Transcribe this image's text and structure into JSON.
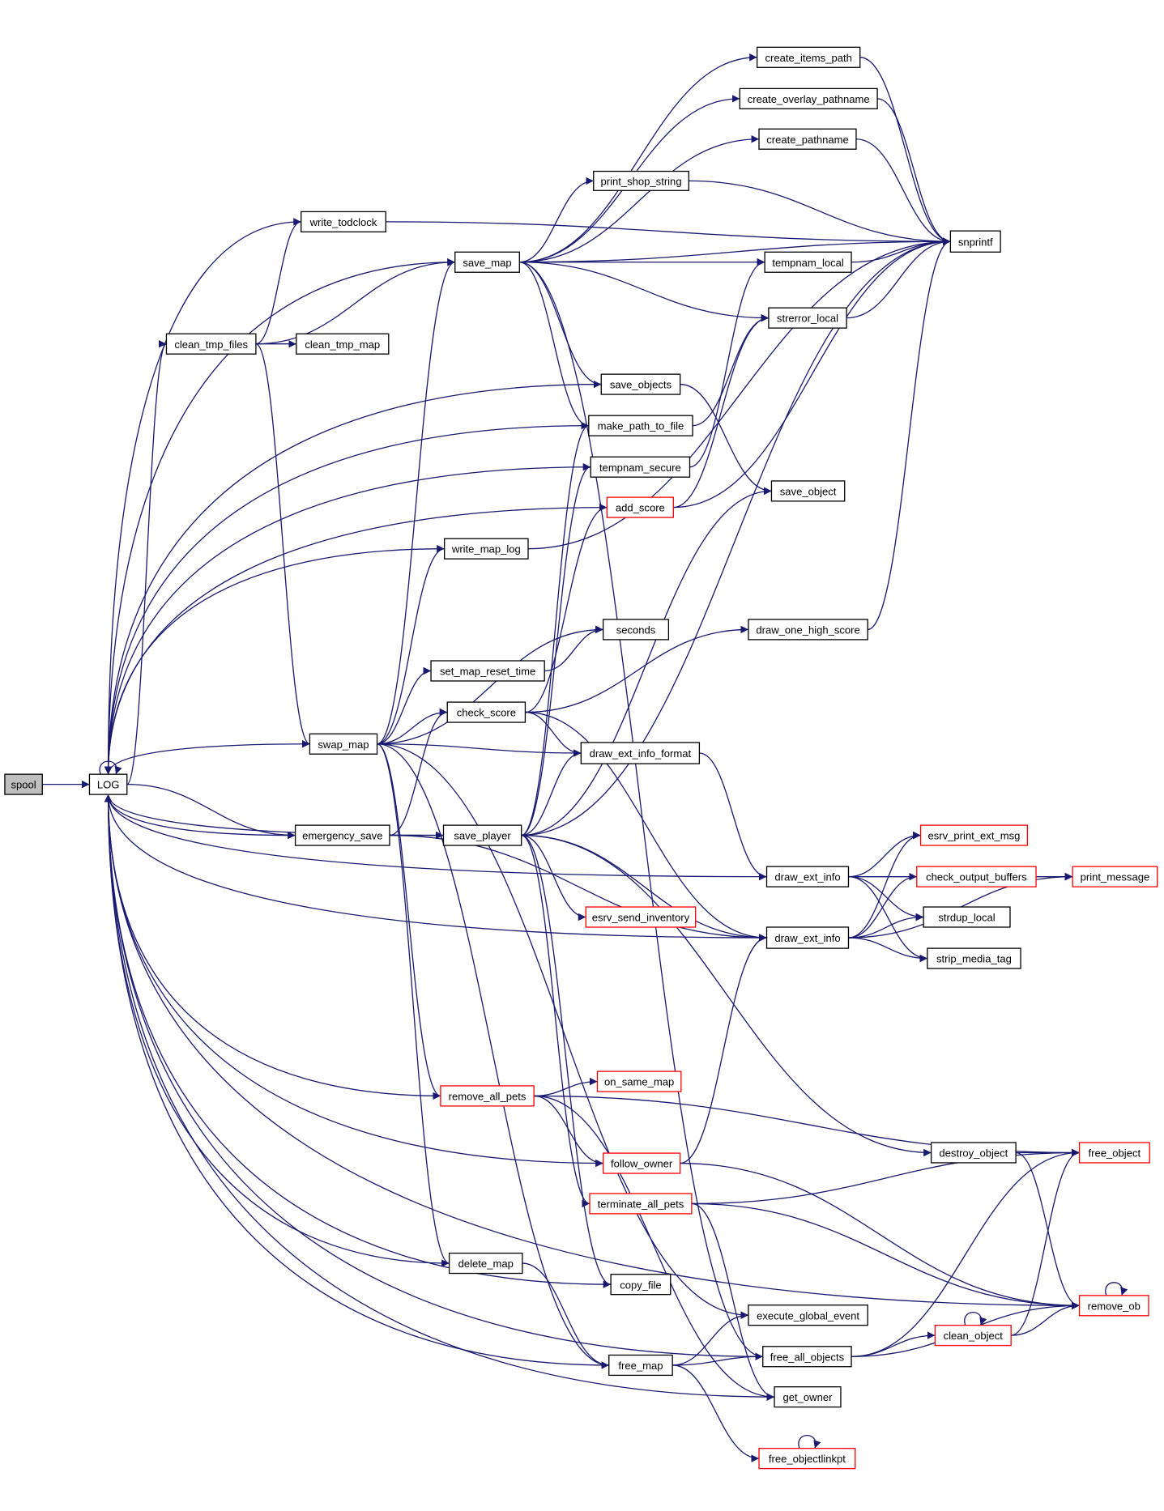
{
  "title": "spool call graph",
  "colors": {
    "edge": "#191970",
    "highlight_border": "#ff0000",
    "root_fill": "#bfbfbf"
  },
  "nodes": [
    {
      "id": "spool",
      "label": "spool",
      "style": "root"
    },
    {
      "id": "LOG",
      "label": "LOG",
      "style": "normal"
    },
    {
      "id": "create_items_path",
      "label": "create_items_path",
      "style": "normal"
    },
    {
      "id": "create_overlay_pathname",
      "label": "create_overlay_pathname",
      "style": "normal"
    },
    {
      "id": "create_pathname",
      "label": "create_pathname",
      "style": "normal"
    },
    {
      "id": "print_shop_string",
      "label": "print_shop_string",
      "style": "normal"
    },
    {
      "id": "write_todclock",
      "label": "write_todclock",
      "style": "normal"
    },
    {
      "id": "snprintf",
      "label": "snprintf",
      "style": "normal"
    },
    {
      "id": "save_map",
      "label": "save_map",
      "style": "normal"
    },
    {
      "id": "tempnam_local",
      "label": "tempnam_local",
      "style": "normal"
    },
    {
      "id": "strerror_local",
      "label": "strerror_local",
      "style": "normal"
    },
    {
      "id": "clean_tmp_files",
      "label": "clean_tmp_files",
      "style": "normal"
    },
    {
      "id": "clean_tmp_map",
      "label": "clean_tmp_map",
      "style": "normal"
    },
    {
      "id": "save_objects",
      "label": "save_objects",
      "style": "normal"
    },
    {
      "id": "make_path_to_file",
      "label": "make_path_to_file",
      "style": "normal"
    },
    {
      "id": "tempnam_secure",
      "label": "tempnam_secure",
      "style": "normal"
    },
    {
      "id": "add_score",
      "label": "add_score",
      "style": "red"
    },
    {
      "id": "save_object",
      "label": "save_object",
      "style": "normal"
    },
    {
      "id": "write_map_log",
      "label": "write_map_log",
      "style": "normal"
    },
    {
      "id": "seconds",
      "label": "seconds",
      "style": "normal"
    },
    {
      "id": "draw_one_high_score",
      "label": "draw_one_high_score",
      "style": "normal"
    },
    {
      "id": "set_map_reset_time",
      "label": "set_map_reset_time",
      "style": "normal"
    },
    {
      "id": "check_score",
      "label": "check_score",
      "style": "normal"
    },
    {
      "id": "swap_map",
      "label": "swap_map",
      "style": "normal"
    },
    {
      "id": "draw_ext_info_format",
      "label": "draw_ext_info_format",
      "style": "normal"
    },
    {
      "id": "emergency_save",
      "label": "emergency_save",
      "style": "normal"
    },
    {
      "id": "save_player",
      "label": "save_player",
      "style": "normal"
    },
    {
      "id": "esrv_print_ext_msg",
      "label": "esrv_print_ext_msg",
      "style": "red"
    },
    {
      "id": "dei1",
      "label": "draw_ext_info",
      "style": "normal"
    },
    {
      "id": "check_output_buffers",
      "label": "check_output_buffers",
      "style": "red"
    },
    {
      "id": "print_message",
      "label": "print_message",
      "style": "red"
    },
    {
      "id": "esrv_send_inventory",
      "label": "esrv_send_inventory",
      "style": "red"
    },
    {
      "id": "strdup_local",
      "label": "strdup_local",
      "style": "normal"
    },
    {
      "id": "dei2",
      "label": "draw_ext_info",
      "style": "normal"
    },
    {
      "id": "strip_media_tag",
      "label": "strip_media_tag",
      "style": "normal"
    },
    {
      "id": "remove_all_pets",
      "label": "remove_all_pets",
      "style": "red"
    },
    {
      "id": "on_same_map",
      "label": "on_same_map",
      "style": "red"
    },
    {
      "id": "destroy_object",
      "label": "destroy_object",
      "style": "normal"
    },
    {
      "id": "free_object",
      "label": "free_object",
      "style": "red"
    },
    {
      "id": "follow_owner",
      "label": "follow_owner",
      "style": "red"
    },
    {
      "id": "terminate_all_pets",
      "label": "terminate_all_pets",
      "style": "red"
    },
    {
      "id": "delete_map",
      "label": "delete_map",
      "style": "normal"
    },
    {
      "id": "copy_file",
      "label": "copy_file",
      "style": "normal"
    },
    {
      "id": "remove_ob",
      "label": "remove_ob",
      "style": "red"
    },
    {
      "id": "execute_global_event",
      "label": "execute_global_event",
      "style": "normal"
    },
    {
      "id": "clean_object",
      "label": "clean_object",
      "style": "red"
    },
    {
      "id": "free_map",
      "label": "free_map",
      "style": "normal"
    },
    {
      "id": "free_all_objects",
      "label": "free_all_objects",
      "style": "normal"
    },
    {
      "id": "get_owner",
      "label": "get_owner",
      "style": "normal"
    },
    {
      "id": "free_objectlinkpt",
      "label": "free_objectlinkpt",
      "style": "red"
    }
  ],
  "edges": [
    [
      "spool",
      "LOG"
    ],
    [
      "LOG",
      "LOG"
    ],
    [
      "LOG",
      "clean_tmp_files"
    ],
    [
      "LOG",
      "emergency_save"
    ],
    [
      "clean_tmp_files",
      "write_todclock"
    ],
    [
      "clean_tmp_files",
      "save_map"
    ],
    [
      "clean_tmp_files",
      "clean_tmp_map"
    ],
    [
      "clean_tmp_files",
      "swap_map"
    ],
    [
      "write_todclock",
      "LOG"
    ],
    [
      "write_todclock",
      "snprintf"
    ],
    [
      "save_map",
      "create_items_path"
    ],
    [
      "save_map",
      "create_overlay_pathname"
    ],
    [
      "save_map",
      "create_pathname"
    ],
    [
      "save_map",
      "print_shop_string"
    ],
    [
      "save_map",
      "snprintf"
    ],
    [
      "save_map",
      "tempnam_local"
    ],
    [
      "save_map",
      "strerror_local"
    ],
    [
      "save_map",
      "save_objects"
    ],
    [
      "save_map",
      "make_path_to_file"
    ],
    [
      "save_map",
      "LOG"
    ],
    [
      "save_map",
      "free_all_objects"
    ],
    [
      "create_items_path",
      "snprintf"
    ],
    [
      "create_overlay_pathname",
      "snprintf"
    ],
    [
      "create_pathname",
      "snprintf"
    ],
    [
      "print_shop_string",
      "snprintf"
    ],
    [
      "tempnam_local",
      "snprintf"
    ],
    [
      "strerror_local",
      "snprintf"
    ],
    [
      "save_objects",
      "LOG"
    ],
    [
      "save_objects",
      "save_object"
    ],
    [
      "make_path_to_file",
      "LOG"
    ],
    [
      "make_path_to_file",
      "strerror_local"
    ],
    [
      "tempnam_secure",
      "LOG"
    ],
    [
      "tempnam_secure",
      "tempnam_local"
    ],
    [
      "add_score",
      "LOG"
    ],
    [
      "add_score",
      "snprintf"
    ],
    [
      "add_score",
      "strerror_local"
    ],
    [
      "write_map_log",
      "LOG"
    ],
    [
      "write_map_log",
      "snprintf"
    ],
    [
      "swap_map",
      "LOG"
    ],
    [
      "swap_map",
      "save_map"
    ],
    [
      "swap_map",
      "write_map_log"
    ],
    [
      "swap_map",
      "seconds"
    ],
    [
      "swap_map",
      "set_map_reset_time"
    ],
    [
      "swap_map",
      "check_score"
    ],
    [
      "swap_map",
      "draw_ext_info_format"
    ],
    [
      "swap_map",
      "remove_all_pets"
    ],
    [
      "swap_map",
      "delete_map"
    ],
    [
      "swap_map",
      "free_map"
    ],
    [
      "swap_map",
      "execute_global_event"
    ],
    [
      "set_map_reset_time",
      "seconds"
    ],
    [
      "check_score",
      "add_score"
    ],
    [
      "check_score",
      "draw_one_high_score"
    ],
    [
      "check_score",
      "draw_ext_info_format"
    ],
    [
      "check_score",
      "dei2"
    ],
    [
      "draw_one_high_score",
      "snprintf"
    ],
    [
      "emergency_save",
      "LOG"
    ],
    [
      "emergency_save",
      "check_score"
    ],
    [
      "emergency_save",
      "save_player"
    ],
    [
      "emergency_save",
      "dei2"
    ],
    [
      "save_player",
      "LOG"
    ],
    [
      "save_player",
      "make_path_to_file"
    ],
    [
      "save_player",
      "tempnam_secure"
    ],
    [
      "save_player",
      "draw_ext_info_format"
    ],
    [
      "save_player",
      "save_object"
    ],
    [
      "save_player",
      "snprintf"
    ],
    [
      "save_player",
      "esrv_send_inventory"
    ],
    [
      "save_player",
      "dei2"
    ],
    [
      "save_player",
      "destroy_object"
    ],
    [
      "save_player",
      "terminate_all_pets"
    ],
    [
      "save_player",
      "copy_file"
    ],
    [
      "draw_ext_info_format",
      "dei1"
    ],
    [
      "dei1",
      "LOG"
    ],
    [
      "dei1",
      "print_message"
    ],
    [
      "dei1",
      "esrv_print_ext_msg"
    ],
    [
      "dei1",
      "check_output_buffers"
    ],
    [
      "dei1",
      "strdup_local"
    ],
    [
      "dei1",
      "strip_media_tag"
    ],
    [
      "dei2",
      "LOG"
    ],
    [
      "dei2",
      "esrv_print_ext_msg"
    ],
    [
      "dei2",
      "check_output_buffers"
    ],
    [
      "dei2",
      "strdup_local"
    ],
    [
      "dei2",
      "strip_media_tag"
    ],
    [
      "dei2",
      "print_message"
    ],
    [
      "check_output_buffers",
      "print_message"
    ],
    [
      "remove_all_pets",
      "LOG"
    ],
    [
      "remove_all_pets",
      "on_same_map"
    ],
    [
      "remove_all_pets",
      "free_object"
    ],
    [
      "remove_all_pets",
      "follow_owner"
    ],
    [
      "remove_all_pets",
      "get_owner"
    ],
    [
      "follow_owner",
      "LOG"
    ],
    [
      "follow_owner",
      "dei2"
    ],
    [
      "follow_owner",
      "remove_ob"
    ],
    [
      "terminate_all_pets",
      "free_object"
    ],
    [
      "terminate_all_pets",
      "remove_ob"
    ],
    [
      "terminate_all_pets",
      "get_owner"
    ],
    [
      "destroy_object",
      "free_object"
    ],
    [
      "destroy_object",
      "remove_ob"
    ],
    [
      "delete_map",
      "LOG"
    ],
    [
      "delete_map",
      "free_map"
    ],
    [
      "copy_file",
      "LOG"
    ],
    [
      "free_map",
      "LOG"
    ],
    [
      "free_map",
      "execute_global_event"
    ],
    [
      "free_map",
      "free_all_objects"
    ],
    [
      "free_map",
      "free_objectlinkpt"
    ],
    [
      "free_all_objects",
      "LOG"
    ],
    [
      "free_all_objects",
      "free_object"
    ],
    [
      "free_all_objects",
      "clean_object"
    ],
    [
      "free_all_objects",
      "remove_ob"
    ],
    [
      "clean_object",
      "clean_object"
    ],
    [
      "clean_object",
      "free_object"
    ],
    [
      "clean_object",
      "remove_ob"
    ],
    [
      "remove_ob",
      "remove_ob"
    ],
    [
      "remove_ob",
      "LOG"
    ],
    [
      "get_owner",
      "LOG"
    ],
    [
      "free_objectlinkpt",
      "free_objectlinkpt"
    ]
  ]
}
